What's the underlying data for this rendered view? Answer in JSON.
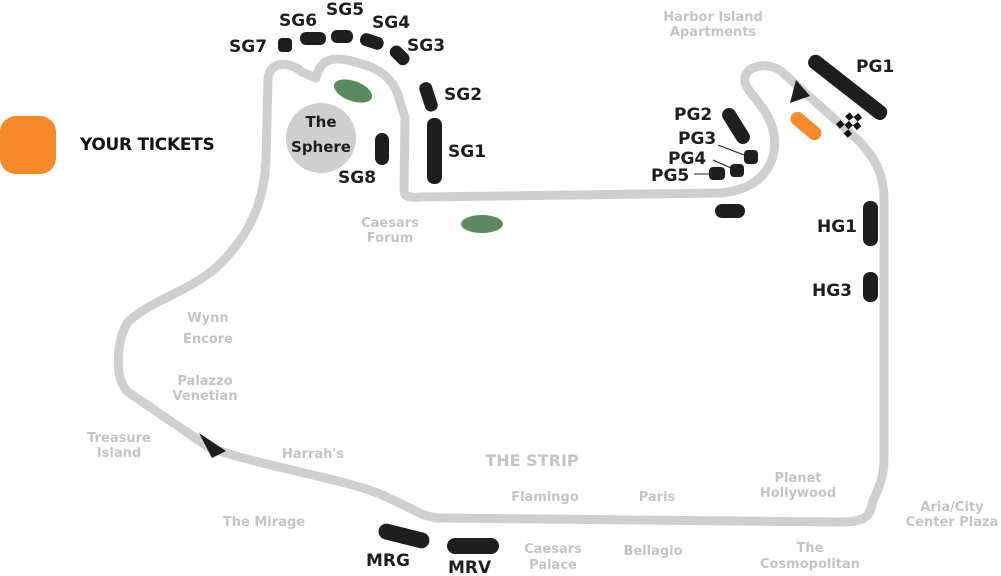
{
  "legend": {
    "label": "YOUR TICKETS",
    "color": "#f58a2c"
  },
  "colors": {
    "track": "#cfcfcf",
    "grandstand": "#1e1e1e",
    "landmark_text": "#c4c4c4",
    "green_patch": "#5a8a5e",
    "sphere": "#cfcfcf",
    "highlight": "#f58a2c"
  },
  "grandstands": {
    "sg1": "SG1",
    "sg2": "SG2",
    "sg3": "SG3",
    "sg4": "SG4",
    "sg5": "SG5",
    "sg6": "SG6",
    "sg7": "SG7",
    "sg8": "SG8",
    "pg1": "PG1",
    "pg2": "PG2",
    "pg3": "PG3",
    "pg4": "PG4",
    "pg5": "PG5",
    "hg1": "HG1",
    "hg3": "HG3",
    "mrg": "MRG",
    "mrv": "MRV"
  },
  "sphere": {
    "line1": "The",
    "line2": "Sphere"
  },
  "landmarks": {
    "harbor_1": "Harbor Island",
    "harbor_2": "Apartments",
    "caesars_forum_1": "Caesars",
    "caesars_forum_2": "Forum",
    "wynn": "Wynn",
    "encore": "Encore",
    "palazzo": "Palazzo",
    "venetian": "Venetian",
    "treasure_1": "Treasure",
    "treasure_2": "Island",
    "harrahs": "Harrah's",
    "mirage": "The Mirage",
    "strip": "THE STRIP",
    "flamingo": "Flamingo",
    "paris": "Paris",
    "planet_1": "Planet",
    "planet_2": "Hollywood",
    "aria_1": "Aria/City",
    "aria_2": "Center Plaza",
    "caesars_palace_1": "Caesars",
    "caesars_palace_2": "Palace",
    "bellagio": "Bellagio",
    "cosmo_1": "The",
    "cosmo_2": "Cosmopolitan"
  }
}
